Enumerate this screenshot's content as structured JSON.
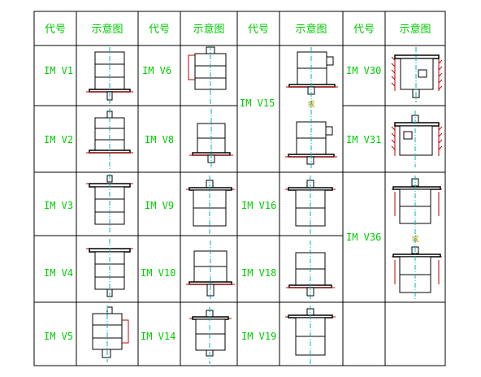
{
  "headers": {
    "code": "代号",
    "diagram": "示意图"
  },
  "cells": {
    "v1": "IM V1",
    "v2": "IM V2",
    "v3": "IM V3",
    "v4": "IM V4",
    "v5": "IM V5",
    "v6": "IM V6",
    "v8": "IM V8",
    "v9": "IM V9",
    "v10": "IM V10",
    "v14": "IM V14",
    "v15": "IM V15",
    "v16": "IM V16",
    "v18": "IM V18",
    "v19": "IM V19",
    "v30": "IM V30",
    "v31": "IM V31",
    "v36": "IM V36"
  },
  "marks": {
    "v15_mark": "或",
    "v36_mark": "或"
  },
  "colors": {
    "label_green": "#00cc00",
    "axis_cyan": "#00b5b5",
    "wall_red": "#c00000",
    "grid": "#000000"
  }
}
